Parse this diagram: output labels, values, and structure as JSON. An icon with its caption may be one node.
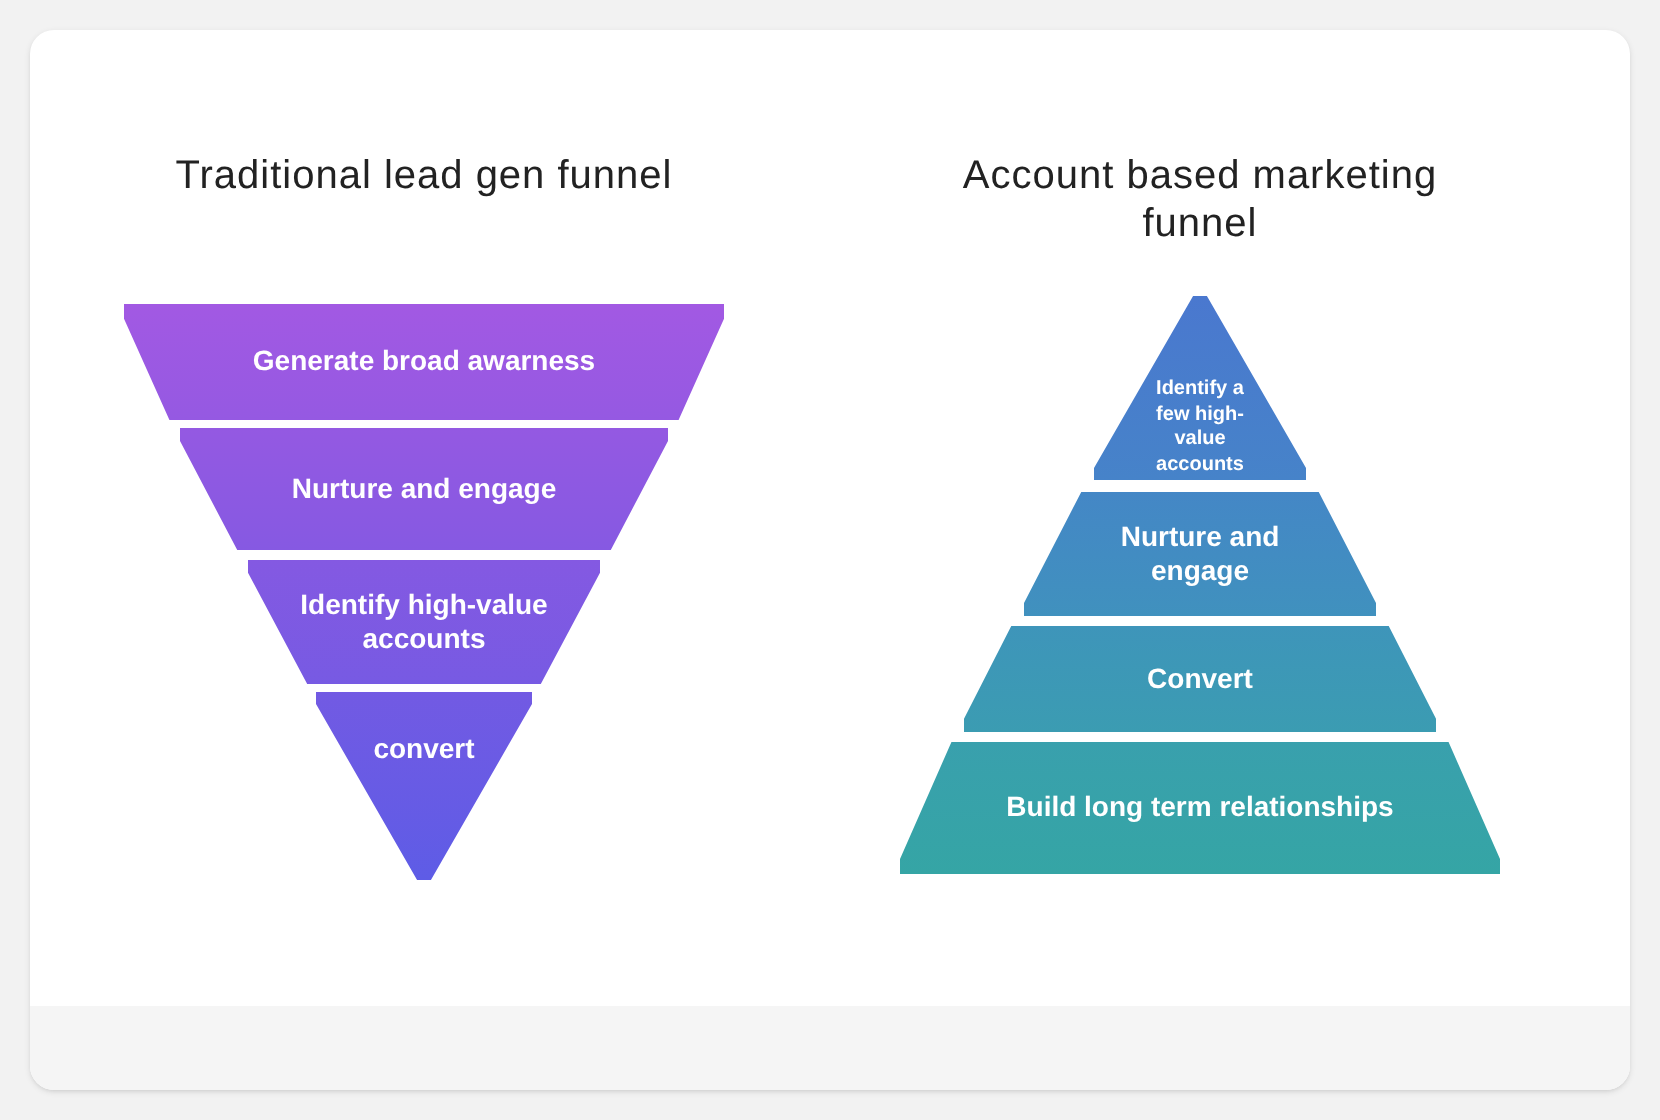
{
  "diagram": {
    "nodes": [
      {
        "text": [
          "Generate broad awarness"
        ]
      },
      {
        "text": [
          "Nurture and engage"
        ]
      },
      {
        "text": [
          "Identify high-value accounts"
        ]
      },
      {
        "text": [
          "convert"
        ]
      },
      {
        "text": [
          "Identify a few high-value accounts"
        ]
      },
      {
        "text": [
          "Nurture and engage"
        ]
      },
      {
        "text": [
          "Convert"
        ]
      },
      {
        "text": [
          "Build long term relationships"
        ]
      }
    ],
    "labels": [
      "Traditional lead gen funnel",
      "Account based marketing funnel"
    ]
  }
}
